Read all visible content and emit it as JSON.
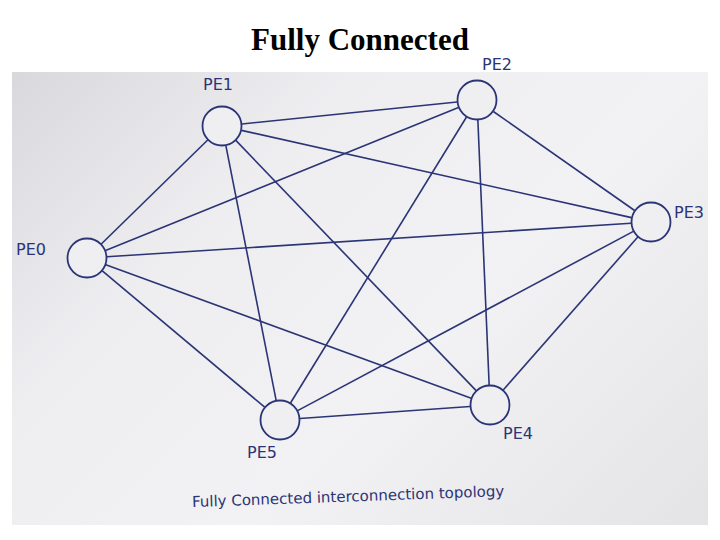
{
  "diagram": {
    "title": "Fully Connected",
    "caption": "Fully Connected interconnection topology",
    "nodes": [
      {
        "text": [
          "PE0"
        ]
      },
      {
        "text": [
          "PE1"
        ]
      },
      {
        "text": [
          "PE2"
        ]
      },
      {
        "text": [
          "PE3"
        ]
      },
      {
        "text": [
          "PE4"
        ]
      },
      {
        "text": [
          "PE5"
        ]
      }
    ],
    "edges": [
      {
        "from": 0,
        "to": 1,
        "arrow": "none"
      },
      {
        "from": 0,
        "to": 2,
        "arrow": "none"
      },
      {
        "from": 0,
        "to": 3,
        "arrow": "none"
      },
      {
        "from": 0,
        "to": 4,
        "arrow": "none"
      },
      {
        "from": 0,
        "to": 5,
        "arrow": "none"
      },
      {
        "from": 1,
        "to": 2,
        "arrow": "none"
      },
      {
        "from": 1,
        "to": 3,
        "arrow": "none"
      },
      {
        "from": 1,
        "to": 4,
        "arrow": "none"
      },
      {
        "from": 1,
        "to": 5,
        "arrow": "none"
      },
      {
        "from": 2,
        "to": 3,
        "arrow": "none"
      },
      {
        "from": 2,
        "to": 4,
        "arrow": "none"
      },
      {
        "from": 2,
        "to": 5,
        "arrow": "none"
      },
      {
        "from": 3,
        "to": 4,
        "arrow": "none"
      },
      {
        "from": 3,
        "to": 5,
        "arrow": "none"
      },
      {
        "from": 4,
        "to": 5,
        "arrow": "none"
      }
    ]
  }
}
